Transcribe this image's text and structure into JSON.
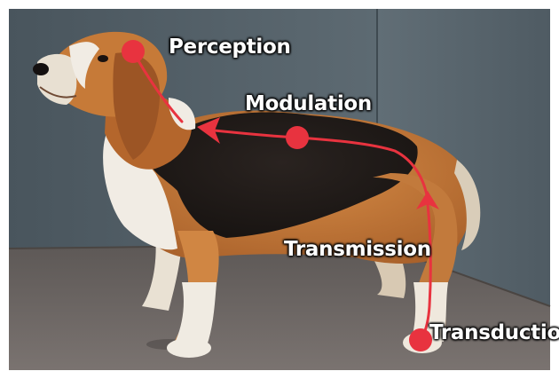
{
  "image": {
    "subject": "dog",
    "colors": {
      "pathway": "#e8333f",
      "label_text": "#ffffff",
      "wall": "#56636b",
      "floor": "#6a6461"
    }
  },
  "labels": {
    "perception": "Perception",
    "modulation": "Modulation",
    "transmission": "Transmission",
    "transduction": "Transduction"
  }
}
